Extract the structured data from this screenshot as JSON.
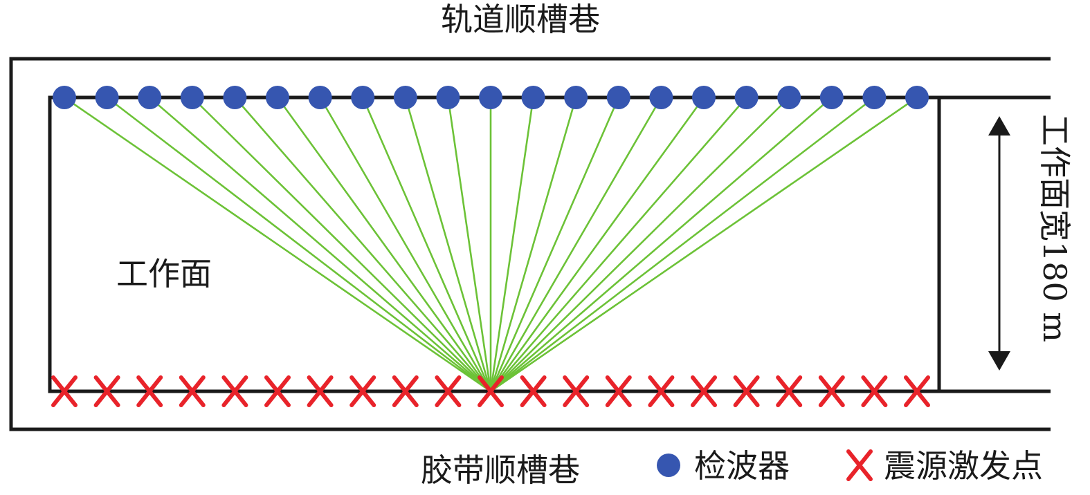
{
  "labels": {
    "top_roadway": "轨道顺槽巷",
    "bottom_roadway": "胶带顺槽巷",
    "workface": "工作面",
    "workface_width": "工作面宽180 m"
  },
  "legend": {
    "receiver": "检波器",
    "source": "震源激发点"
  },
  "layout_counts": {
    "receivers": 21,
    "sources": 21,
    "active_source_index": 10
  },
  "colors": {
    "receiver": "#3656b0",
    "source": "#e8232a",
    "ray": "#6cc237",
    "outline": "#1a1a1a"
  }
}
